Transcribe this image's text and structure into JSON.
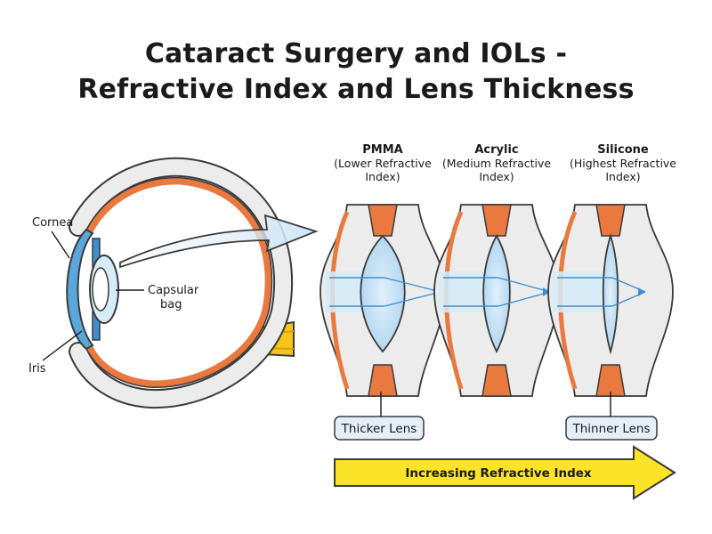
{
  "title": {
    "line1": "Cataract Surgery and IOLs -",
    "line2": "Refractive Index and Lens Thickness"
  },
  "eye_labels": {
    "cornea": "Cornea",
    "capsular_1": "Capsular",
    "capsular_2": "bag",
    "iris": "Iris"
  },
  "lenses": [
    {
      "name": "PMMA",
      "line1": "(Lower Refractive",
      "line2": "Index)"
    },
    {
      "name": "Acrylic",
      "line1": "(Medium Refractive",
      "line2": "Index)"
    },
    {
      "name": "Silicone",
      "line1": "(Highest Refractive",
      "line2": "Index)"
    }
  ],
  "boxes": {
    "thicker": "Thicker Lens",
    "thinner": "Thinner Lens"
  },
  "bottom_arrow": "Increasing Refractive Index",
  "colors": {
    "outline": "#3a3a3a",
    "sclera": "#ececec",
    "choroid": "#e9793f",
    "lens_blue": "#bfe0f3",
    "light_blue": "#d6ecf8",
    "cornea_blue": "#5aa7dc",
    "iris_blue": "#3f8fd0",
    "optic_yellow": "#f5c518",
    "arrow_yellow": "#fbe32a",
    "ray_blue": "#3b8fcf"
  }
}
